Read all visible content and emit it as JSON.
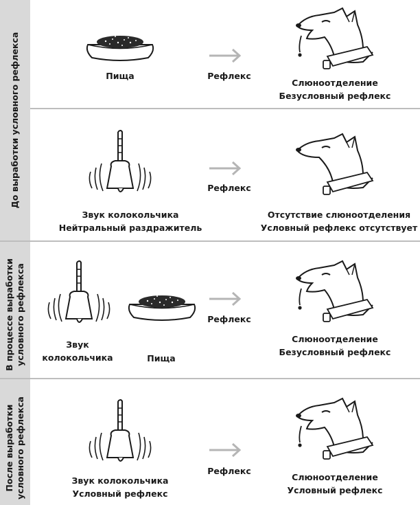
{
  "rows": [
    {
      "section_label": "До выработки условного рефлекса",
      "stimulus_lines": [
        "Пища"
      ],
      "arrow_label": "Рефлекс",
      "response_lines": [
        "Слюноотделение",
        "Безусловный рефлекс"
      ]
    },
    {
      "stimulus_lines": [
        "Звук колокольчика",
        "Нейтральный раздражитель"
      ],
      "arrow_label": "Рефлекс",
      "response_lines": [
        "Отсутствие слюноотделения",
        "Условный рефлекс отсутствует"
      ]
    },
    {
      "section_label": "В процессе выработки\nусловного рефлекса",
      "bell_lines": [
        "Звук",
        "колокольчика"
      ],
      "food_lines": [
        "Пища"
      ],
      "arrow_label": "Рефлекс",
      "response_lines": [
        "Слюноотделение",
        "Безусловный рефлекс"
      ]
    },
    {
      "section_label": "После выработки\nусловного рефлекса",
      "stimulus_lines": [
        "Звук колокольчика",
        "Условный рефлекс"
      ],
      "arrow_label": "Рефлекс",
      "response_lines": [
        "Слюноотделение",
        "Условный рефлекс"
      ]
    }
  ],
  "colors": {
    "sidebar": "#d9d9d9",
    "divider": "#bdbdbd",
    "arrow": "#b5b5b5",
    "ink": "#1a1a1a"
  },
  "icons": [
    "food-bowl-icon",
    "bell-icon",
    "arrow-right-icon",
    "dog-head-icon",
    "saliva-icon"
  ]
}
